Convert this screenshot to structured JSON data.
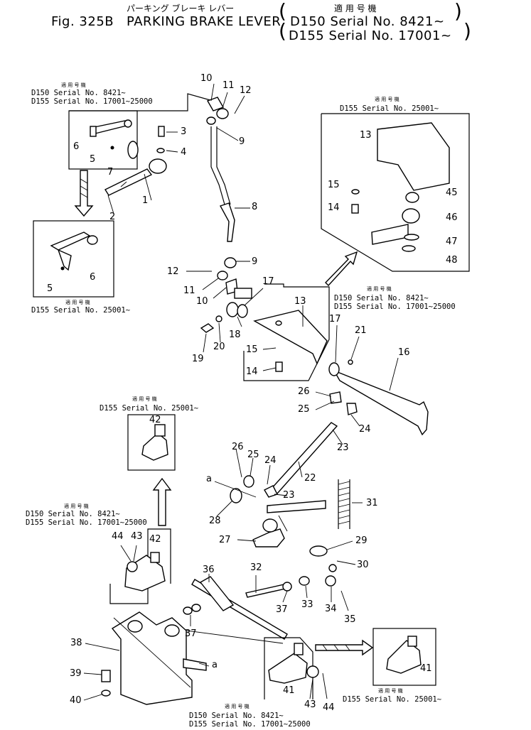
{
  "header": {
    "jp_title": "パーキング ブレーキ レバー",
    "fig": "Fig. 325B",
    "title": "PARKING BRAKE LEVER",
    "serial_1": "D150 Serial No. 8421~",
    "serial_2": "D155 Serial No. 17001~",
    "teki_yo": "適 用 号 機"
  },
  "callouts": [
    {
      "line1": "D150  Serial No. 8421~",
      "line2": "D155  Serial No. 17001~25000"
    },
    {
      "jp": "適 用 号 機",
      "line1": "D155  Serial No. 25001~"
    },
    {
      "jp": "適 用 号 機",
      "line1": "D155  Serial No. 25001~"
    },
    {
      "jp": "適 用 号 機",
      "line1": "D150  Serial No. 8421~",
      "line2": "D155  Serial No. 17001~25000"
    },
    {
      "jp": "適 用 号 機",
      "line1": "D155  Serial No. 25001~"
    },
    {
      "jp": "適 用 号 機",
      "line1": "D150  Serial No. 8421~",
      "line2": "D155  Serial No. 17001~25000"
    },
    {
      "jp": "適 用 号 機",
      "line1": "D155  Serial No. 25001~"
    },
    {
      "jp": "適 用 号 機",
      "line1": "D150  Serial No. 8421~",
      "line2": "D155  Serial No. 17001~25000"
    },
    {
      "jp": "適 用 号 機"
    }
  ],
  "part_numbers": [
    "10",
    "11",
    "12",
    "3",
    "9",
    "4",
    "6",
    "5",
    "7",
    "1",
    "2",
    "8",
    "6",
    "5",
    "13",
    "15",
    "45",
    "14",
    "46",
    "47",
    "48",
    "9",
    "12",
    "11",
    "10",
    "17",
    "13",
    "18",
    "19",
    "20",
    "15",
    "14",
    "17",
    "21",
    "16",
    "26",
    "25",
    "24",
    "23",
    "42",
    "26",
    "25",
    "24",
    "22",
    "a",
    "23",
    "31",
    "28",
    "27",
    "29",
    "30",
    "44",
    "43",
    "42",
    "36",
    "32",
    "37",
    "33",
    "34",
    "35",
    "37",
    "38",
    "a",
    "39",
    "40",
    "41",
    "43",
    "44",
    "41"
  ]
}
